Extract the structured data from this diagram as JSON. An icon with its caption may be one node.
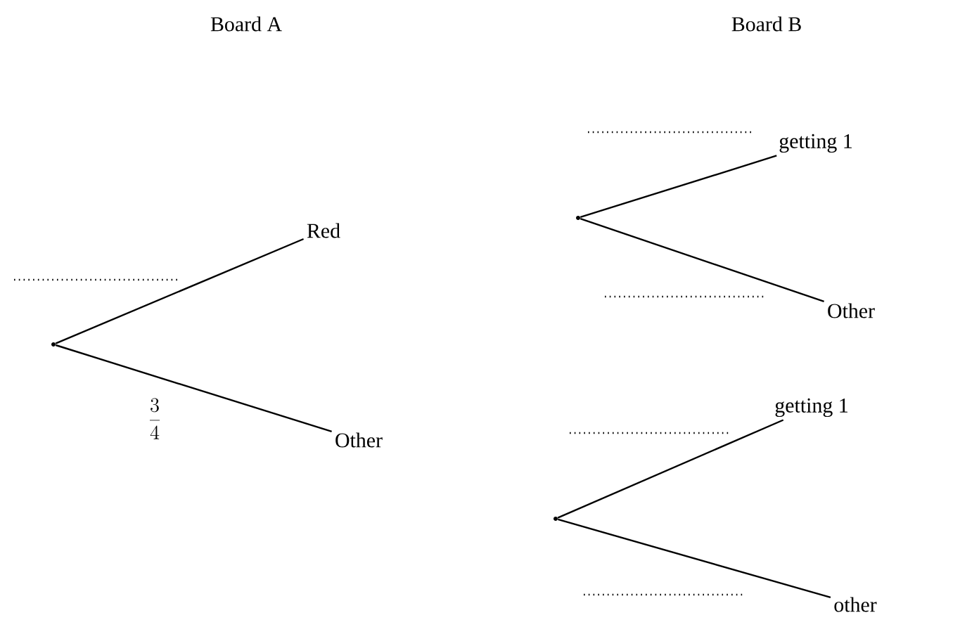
{
  "diagram": {
    "nodes": [
      {
        "text": [],
        "shape": "point"
      },
      {
        "text": [
          "Red"
        ]
      },
      {
        "text": [
          "Other"
        ]
      },
      {
        "text": [],
        "shape": "point"
      },
      {
        "text": [
          "getting 1"
        ]
      },
      {
        "text": [
          "Other"
        ]
      },
      {
        "text": [],
        "shape": "point"
      },
      {
        "text": [
          "getting 1"
        ]
      },
      {
        "text": [
          "other"
        ]
      }
    ],
    "edges": [
      {
        "from": 0,
        "to": 1,
        "arrow": "none"
      },
      {
        "from": 0,
        "to": 2,
        "arrow": "none",
        "label": "\\frac{3}{4}"
      },
      {
        "from": 3,
        "to": 4,
        "arrow": "none"
      },
      {
        "from": 3,
        "to": 5,
        "arrow": "none"
      },
      {
        "from": 6,
        "to": 7,
        "arrow": "none"
      },
      {
        "from": 6,
        "to": 8,
        "arrow": "none"
      }
    ],
    "labels": [
      "Board A",
      "Board B"
    ]
  }
}
